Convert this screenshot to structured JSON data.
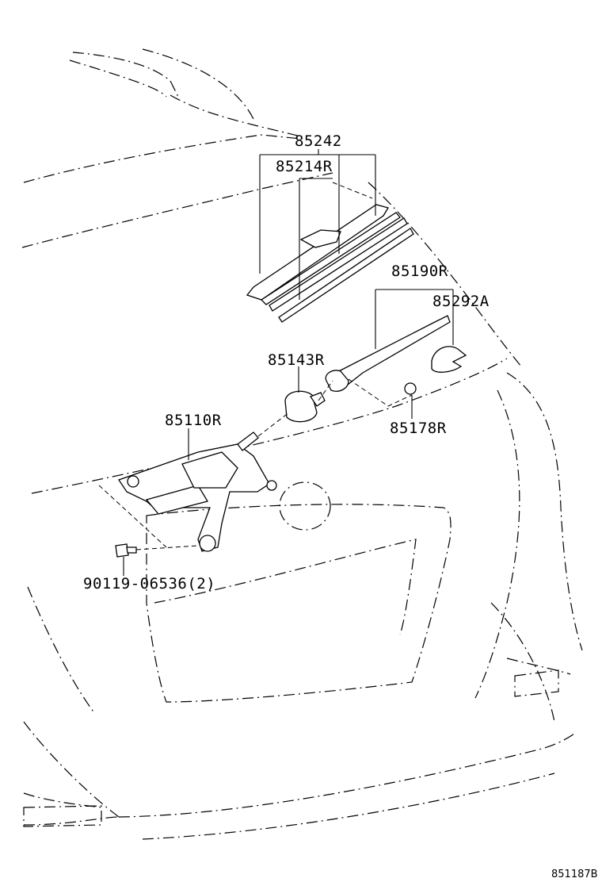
{
  "parts": {
    "p85242": "85242",
    "p85214R": "85214R",
    "p85190R": "85190R",
    "p85292A": "85292A",
    "p85143R": "85143R",
    "p85178R": "85178R",
    "p85110R": "85110R",
    "p90119": "90119-06536(2)"
  },
  "figure_id": "851187B"
}
